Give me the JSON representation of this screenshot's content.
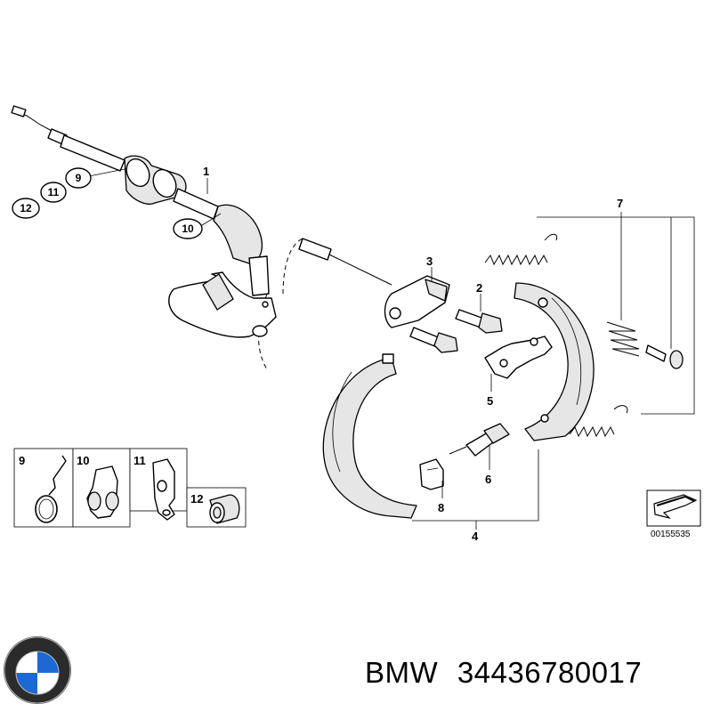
{
  "callouts": {
    "c1": "1",
    "c2": "2",
    "c3": "3",
    "c4": "4",
    "c5": "5",
    "c6": "6",
    "c7": "7",
    "c8": "8",
    "c9": "9",
    "c10": "10",
    "c11": "11",
    "c12": "12"
  },
  "insets": {
    "i9": "9",
    "i10": "10",
    "i11": "11",
    "i12": "12"
  },
  "reference_number": "00155535",
  "caption": {
    "brand": "BMW",
    "part_number": "34436780017"
  },
  "colors": {
    "logo_blue": "#1c69d4",
    "logo_ring": "#2b2b2b",
    "lines": "#000000"
  },
  "icons": {
    "logo": "bmw-roundel-icon",
    "reference": "arrow-tile-icon"
  }
}
